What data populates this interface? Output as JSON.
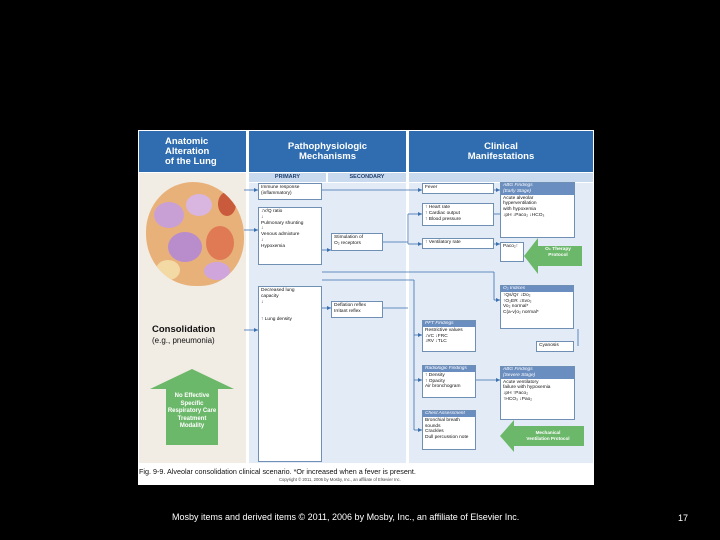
{
  "figure": {
    "headers": {
      "anatomic": "Anatomic\nAlteration\nof the Lung",
      "patho": "Pathophysiologic\nMechanisms",
      "clinical": "Clinical\nManifestations",
      "primary": "PRIMARY",
      "secondary": "SECONDARY"
    },
    "primary_boxes": {
      "immune": "Immune response\n(inflammatory)",
      "vq": "↓V/Q ratio\n↓\nPulmonary shunting\n↓\nVenous admixture\n↓\nHypoxemia",
      "lung_capacity": "Decreased lung\ncapacity\n↓\n\n\n↑ Lung density"
    },
    "secondary_boxes": {
      "receptors": "Stimulation of\nO₂ receptors",
      "deflation": "Deflation reflex\nIrritant reflex"
    },
    "clinical_boxes": {
      "fever": "Fever",
      "heart": "↑ Heart rate\n↑ Cardiac output\n↑ Blood pressure",
      "vent": "↑ Ventilatory rate",
      "pft_title": "PFT Findings",
      "pft": "Restrictive values\n↓VC    ↓FRC\n↓RV    ↓TLC",
      "radio_title": "Radiologic Findings",
      "radio": "↑ Density\n↑ Opacity\nAir bronchogram",
      "chest_title": "Chest Assessment",
      "chest": "Bronchial breath\n  sounds\nCrackles\nDull percussion note"
    },
    "abg_boxes": {
      "early_title": "ABG Findings\n(Early Stage)",
      "early": "Acute alveolar\nhyperventilation\nwith hypoxemia\n↓pH   ↓Paco₂   ↓HCO₃",
      "pao2": "Paco₂↑",
      "o2_therapy": "O₂ Therapy\nProtocol",
      "o2_title": "O₂ Indices",
      "o2": "↑Qs/Qт   ↓Do₂\n↑O₂ER   ↓Svo₂\nVo₂ normal*\nC(a-v)o₂ normal*",
      "cyanosis": "Cyanosis",
      "severe_title": "ABG Findings\n(Severe Stage)",
      "severe": "Acute ventilatory\nfailure with hypoxemia\n↓pH    ↑Paco₂\n↑HCO₃  ↓Pao₂",
      "mech": "Mechanical\nVentilation Protocol"
    },
    "left": {
      "consolidation": "Consolidation",
      "example": "(e.g., pneumonia)",
      "no_effective": "No Effective\nSpecific\nRespiratory Care\nTreatment\nModality"
    },
    "caption": "Fig. 9-9. Alveolar consolidation clinical scenario. *Or increased when a fever is present.",
    "copyright": "Copyright © 2011, 2006 by Mosby, Inc., an affiliate of Elsevier Inc."
  },
  "footer": "Mosby items and derived items © 2011, 2006 by Mosby, Inc., an affiliate of Elsevier Inc.",
  "page_number": "17",
  "colors": {
    "header": "#2f6db0",
    "arrow_green": "#6cb86a",
    "connector": "#3a6fb0"
  }
}
